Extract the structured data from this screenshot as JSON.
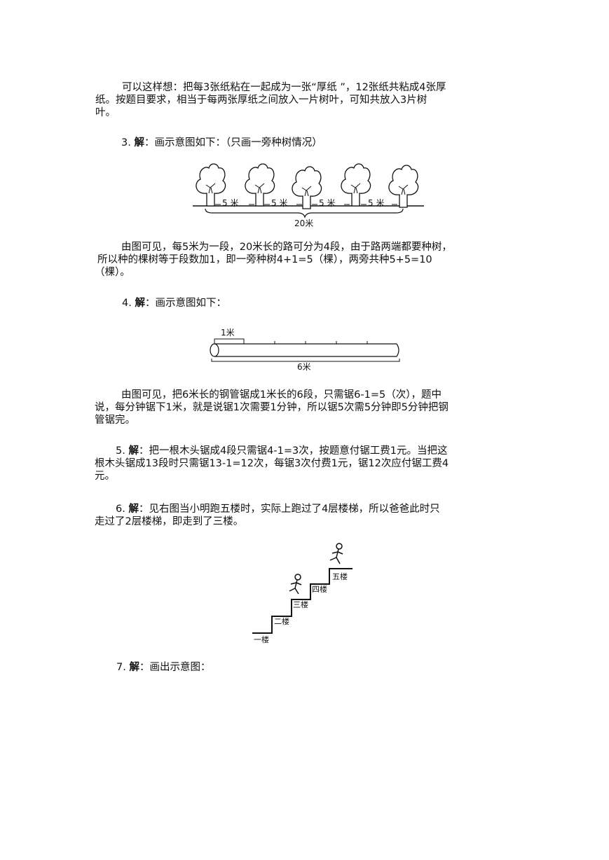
{
  "intro": {
    "lines": [
      "可以这样想：把每3张纸粘在一起成为一张“厚纸 ”，12张纸共粘成4张厚",
      "纸。按题目要求，相当于每两张厚纸之间放入一片树叶，可知共放入3片树",
      "叶。"
    ]
  },
  "q3": {
    "number": "3.",
    "label": "解",
    "text": "：画示意图如下：（只画一旁种树情况）",
    "figure": {
      "segment_label": "5 米",
      "total_label": "20米"
    },
    "explanation": [
      "由图可见，每5米为一段，20米长的路可分为4段，由于路两端都要种树，",
      "所以种的棵树等于段数加1，即一旁种树4+1=5（棵），两旁共种5+5=10",
      "（棵）。"
    ]
  },
  "q4": {
    "number": "4.",
    "label": "解",
    "text": "：画示意图如下：",
    "figure": {
      "segment_label": "1米",
      "total_label": "6米"
    },
    "explanation": [
      "由图可见，把6米长的钢管锯成1米长的6段，只需锯6-1=5（次），题中",
      "说，每分钟锯下1米，就是说锯1次需要1分钟，所以锯5次需5分钟即5分钟把钢",
      "管锯完。"
    ]
  },
  "q5": {
    "number": "5.",
    "label": "解",
    "lines": [
      "：把一根木头锯成4段只需锯4-1=3次，按题意付锯工费1元。当把这",
      "根木头锯成13段时只需锯13-1=12次，每锯3次付费1元，锯12次应付锯工费4",
      "元。"
    ]
  },
  "q6": {
    "number": "6.",
    "label": "解",
    "lines": [
      "：见右图当小明跑五楼时，实际上跑过了4层楼梯，所以爸爸此时只",
      "走过了2层楼梯，即走到了三楼。"
    ],
    "floors": [
      "一楼",
      "二楼",
      "三楼",
      "四楼",
      "五楼"
    ]
  },
  "q7": {
    "number": "7.",
    "label": "解",
    "text": "：画出示意图："
  }
}
